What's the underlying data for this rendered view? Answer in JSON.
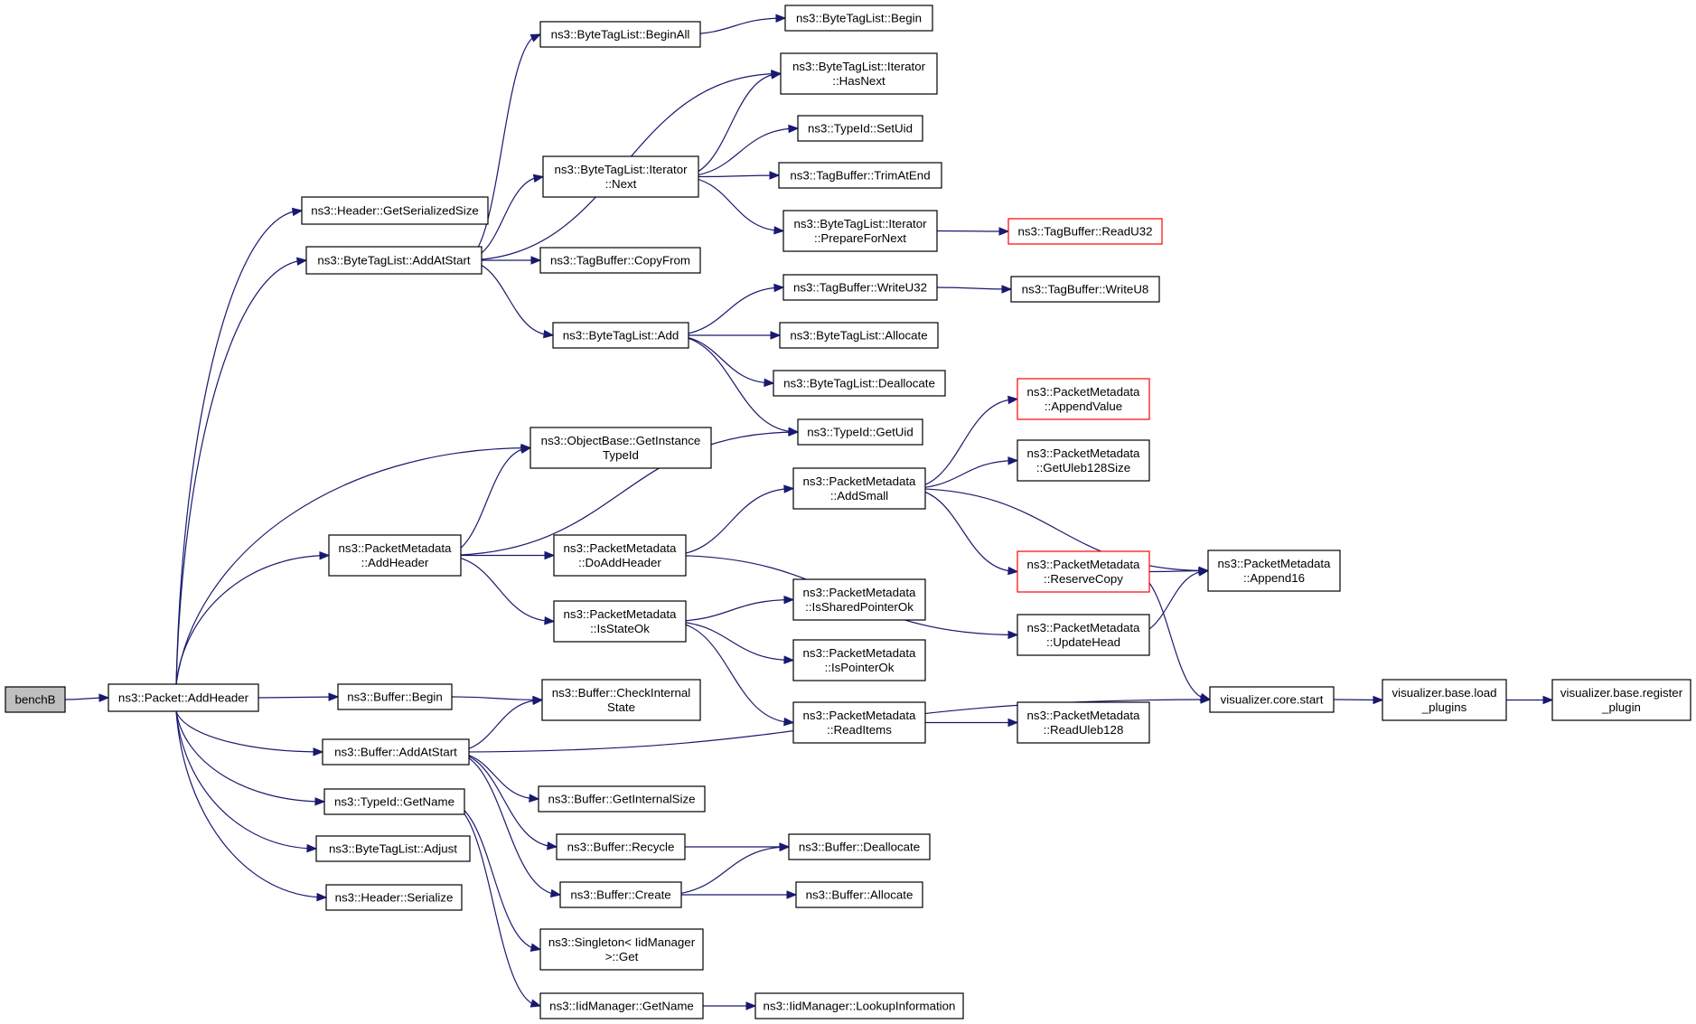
{
  "colors": {
    "edge": "#191970",
    "truncated_border": "#ff0000",
    "root_fill": "#bfbfbf"
  },
  "nodes": [
    {
      "id": "benchB",
      "lines": [
        "benchB"
      ],
      "kind": "root"
    },
    {
      "id": "packet_addheader",
      "lines": [
        "ns3::Packet::AddHeader"
      ]
    },
    {
      "id": "header_getserializedsize",
      "lines": [
        "ns3::Header::GetSerializedSize"
      ]
    },
    {
      "id": "btl_addatstart",
      "lines": [
        "ns3::ByteTagList::AddAtStart"
      ]
    },
    {
      "id": "btl_beginall",
      "lines": [
        "ns3::ByteTagList::BeginAll"
      ]
    },
    {
      "id": "btl_begin",
      "lines": [
        "ns3::ByteTagList::Begin"
      ]
    },
    {
      "id": "btl_iter_hasnext",
      "lines": [
        "ns3::ByteTagList::Iterator",
        "::HasNext"
      ]
    },
    {
      "id": "typeid_setuid",
      "lines": [
        "ns3::TypeId::SetUid"
      ]
    },
    {
      "id": "btl_iter_next",
      "lines": [
        "ns3::ByteTagList::Iterator",
        "::Next"
      ]
    },
    {
      "id": "tagbuffer_trimatend",
      "lines": [
        "ns3::TagBuffer::TrimAtEnd"
      ]
    },
    {
      "id": "btl_iter_preparefornext",
      "lines": [
        "ns3::ByteTagList::Iterator",
        "::PrepareForNext"
      ]
    },
    {
      "id": "tagbuffer_readu32",
      "lines": [
        "ns3::TagBuffer::ReadU32"
      ],
      "kind": "trunc"
    },
    {
      "id": "tagbuffer_copyfrom",
      "lines": [
        "ns3::TagBuffer::CopyFrom"
      ]
    },
    {
      "id": "tagbuffer_writeu32",
      "lines": [
        "ns3::TagBuffer::WriteU32"
      ]
    },
    {
      "id": "tagbuffer_writeu8",
      "lines": [
        "ns3::TagBuffer::WriteU8"
      ]
    },
    {
      "id": "btl_add",
      "lines": [
        "ns3::ByteTagList::Add"
      ]
    },
    {
      "id": "btl_allocate",
      "lines": [
        "ns3::ByteTagList::Allocate"
      ]
    },
    {
      "id": "btl_deallocate",
      "lines": [
        "ns3::ByteTagList::Deallocate"
      ]
    },
    {
      "id": "typeid_getuid",
      "lines": [
        "ns3::TypeId::GetUid"
      ]
    },
    {
      "id": "objectbase_getinstancetypeid",
      "lines": [
        "ns3::ObjectBase::GetInstance",
        "TypeId"
      ]
    },
    {
      "id": "pm_appendvalue",
      "lines": [
        "ns3::PacketMetadata",
        "::AppendValue"
      ],
      "kind": "trunc"
    },
    {
      "id": "pm_getuleb128size",
      "lines": [
        "ns3::PacketMetadata",
        "::GetUleb128Size"
      ]
    },
    {
      "id": "pm_addsmall",
      "lines": [
        "ns3::PacketMetadata",
        "::AddSmall"
      ]
    },
    {
      "id": "pm_addheader",
      "lines": [
        "ns3::PacketMetadata",
        "::AddHeader"
      ]
    },
    {
      "id": "pm_doaddheader",
      "lines": [
        "ns3::PacketMetadata",
        "::DoAddHeader"
      ]
    },
    {
      "id": "pm_reservecopy",
      "lines": [
        "ns3::PacketMetadata",
        "::ReserveCopy"
      ],
      "kind": "trunc"
    },
    {
      "id": "pm_append16",
      "lines": [
        "ns3::PacketMetadata",
        "::Append16"
      ]
    },
    {
      "id": "pm_issharedpointerok",
      "lines": [
        "ns3::PacketMetadata",
        "::IsSharedPointerOk"
      ]
    },
    {
      "id": "pm_isstateok",
      "lines": [
        "ns3::PacketMetadata",
        "::IsStateOk"
      ]
    },
    {
      "id": "pm_updatehead",
      "lines": [
        "ns3::PacketMetadata",
        "::UpdateHead"
      ]
    },
    {
      "id": "pm_ispointerok",
      "lines": [
        "ns3::PacketMetadata",
        "::IsPointerOk"
      ]
    },
    {
      "id": "buffer_begin",
      "lines": [
        "ns3::Buffer::Begin"
      ]
    },
    {
      "id": "buffer_checkinternalstate",
      "lines": [
        "ns3::Buffer::CheckInternal",
        "State"
      ]
    },
    {
      "id": "viz_core_start",
      "lines": [
        "visualizer.core.start"
      ]
    },
    {
      "id": "viz_base_load_plugins",
      "lines": [
        "visualizer.base.load",
        "_plugins"
      ]
    },
    {
      "id": "viz_base_register_plugin",
      "lines": [
        "visualizer.base.register",
        "_plugin"
      ]
    },
    {
      "id": "pm_readitems",
      "lines": [
        "ns3::PacketMetadata",
        "::ReadItems"
      ]
    },
    {
      "id": "pm_readuleb128",
      "lines": [
        "ns3::PacketMetadata",
        "::ReadUleb128"
      ]
    },
    {
      "id": "buffer_addatstart",
      "lines": [
        "ns3::Buffer::AddAtStart"
      ]
    },
    {
      "id": "buffer_getinternalsize",
      "lines": [
        "ns3::Buffer::GetInternalSize"
      ]
    },
    {
      "id": "typeid_getname",
      "lines": [
        "ns3::TypeId::GetName"
      ]
    },
    {
      "id": "buffer_recycle",
      "lines": [
        "ns3::Buffer::Recycle"
      ]
    },
    {
      "id": "buffer_deallocate",
      "lines": [
        "ns3::Buffer::Deallocate"
      ]
    },
    {
      "id": "btl_adjust",
      "lines": [
        "ns3::ByteTagList::Adjust"
      ]
    },
    {
      "id": "buffer_create",
      "lines": [
        "ns3::Buffer::Create"
      ]
    },
    {
      "id": "buffer_allocate",
      "lines": [
        "ns3::Buffer::Allocate"
      ]
    },
    {
      "id": "header_serialize",
      "lines": [
        "ns3::Header::Serialize"
      ]
    },
    {
      "id": "singleton_iidmanager_get",
      "lines": [
        "ns3::Singleton< IidManager",
        ">::Get"
      ]
    },
    {
      "id": "iidmanager_getname",
      "lines": [
        "ns3::IidManager::GetName"
      ]
    },
    {
      "id": "iidmanager_lookupinformation",
      "lines": [
        "ns3::IidManager::LookupInformation"
      ]
    }
  ],
  "edges": [
    [
      "benchB",
      "packet_addheader"
    ],
    [
      "packet_addheader",
      "header_getserializedsize"
    ],
    [
      "packet_addheader",
      "btl_addatstart"
    ],
    [
      "packet_addheader",
      "objectbase_getinstancetypeid"
    ],
    [
      "packet_addheader",
      "pm_addheader"
    ],
    [
      "packet_addheader",
      "buffer_begin"
    ],
    [
      "packet_addheader",
      "buffer_addatstart"
    ],
    [
      "packet_addheader",
      "typeid_getname"
    ],
    [
      "packet_addheader",
      "btl_adjust"
    ],
    [
      "packet_addheader",
      "header_serialize"
    ],
    [
      "btl_addatstart",
      "btl_beginall"
    ],
    [
      "btl_addatstart",
      "btl_iter_hasnext"
    ],
    [
      "btl_addatstart",
      "btl_iter_next"
    ],
    [
      "btl_addatstart",
      "tagbuffer_copyfrom"
    ],
    [
      "btl_addatstart",
      "btl_add"
    ],
    [
      "btl_beginall",
      "btl_begin"
    ],
    [
      "btl_iter_next",
      "btl_iter_hasnext"
    ],
    [
      "btl_iter_next",
      "typeid_setuid"
    ],
    [
      "btl_iter_next",
      "tagbuffer_trimatend"
    ],
    [
      "btl_iter_next",
      "btl_iter_preparefornext"
    ],
    [
      "btl_iter_preparefornext",
      "tagbuffer_readu32"
    ],
    [
      "btl_add",
      "tagbuffer_writeu32"
    ],
    [
      "btl_add",
      "btl_allocate"
    ],
    [
      "btl_add",
      "btl_deallocate"
    ],
    [
      "btl_add",
      "typeid_getuid"
    ],
    [
      "tagbuffer_writeu32",
      "tagbuffer_writeu8"
    ],
    [
      "pm_addheader",
      "objectbase_getinstancetypeid"
    ],
    [
      "pm_addheader",
      "typeid_getuid"
    ],
    [
      "pm_addheader",
      "pm_doaddheader"
    ],
    [
      "pm_addheader",
      "pm_isstateok"
    ],
    [
      "pm_doaddheader",
      "pm_addsmall"
    ],
    [
      "pm_doaddheader",
      "pm_updatehead"
    ],
    [
      "pm_addsmall",
      "pm_appendvalue"
    ],
    [
      "pm_addsmall",
      "pm_getuleb128size"
    ],
    [
      "pm_addsmall",
      "pm_append16"
    ],
    [
      "pm_addsmall",
      "pm_reservecopy"
    ],
    [
      "pm_reservecopy",
      "pm_append16"
    ],
    [
      "pm_reservecopy",
      "viz_core_start"
    ],
    [
      "pm_updatehead",
      "pm_append16"
    ],
    [
      "pm_isstateok",
      "pm_issharedpointerok"
    ],
    [
      "pm_isstateok",
      "pm_ispointerok"
    ],
    [
      "pm_isstateok",
      "pm_readitems"
    ],
    [
      "pm_readitems",
      "pm_readuleb128"
    ],
    [
      "viz_core_start",
      "viz_base_load_plugins"
    ],
    [
      "viz_base_load_plugins",
      "viz_base_register_plugin"
    ],
    [
      "buffer_begin",
      "buffer_checkinternalstate"
    ],
    [
      "buffer_addatstart",
      "buffer_checkinternalstate"
    ],
    [
      "buffer_addatstart",
      "viz_core_start"
    ],
    [
      "buffer_addatstart",
      "buffer_getinternalsize"
    ],
    [
      "buffer_addatstart",
      "buffer_recycle"
    ],
    [
      "buffer_addatstart",
      "buffer_create"
    ],
    [
      "buffer_recycle",
      "buffer_deallocate"
    ],
    [
      "buffer_create",
      "buffer_deallocate"
    ],
    [
      "buffer_create",
      "buffer_allocate"
    ],
    [
      "typeid_getname",
      "singleton_iidmanager_get"
    ],
    [
      "typeid_getname",
      "iidmanager_getname"
    ],
    [
      "iidmanager_getname",
      "iidmanager_lookupinformation"
    ]
  ]
}
